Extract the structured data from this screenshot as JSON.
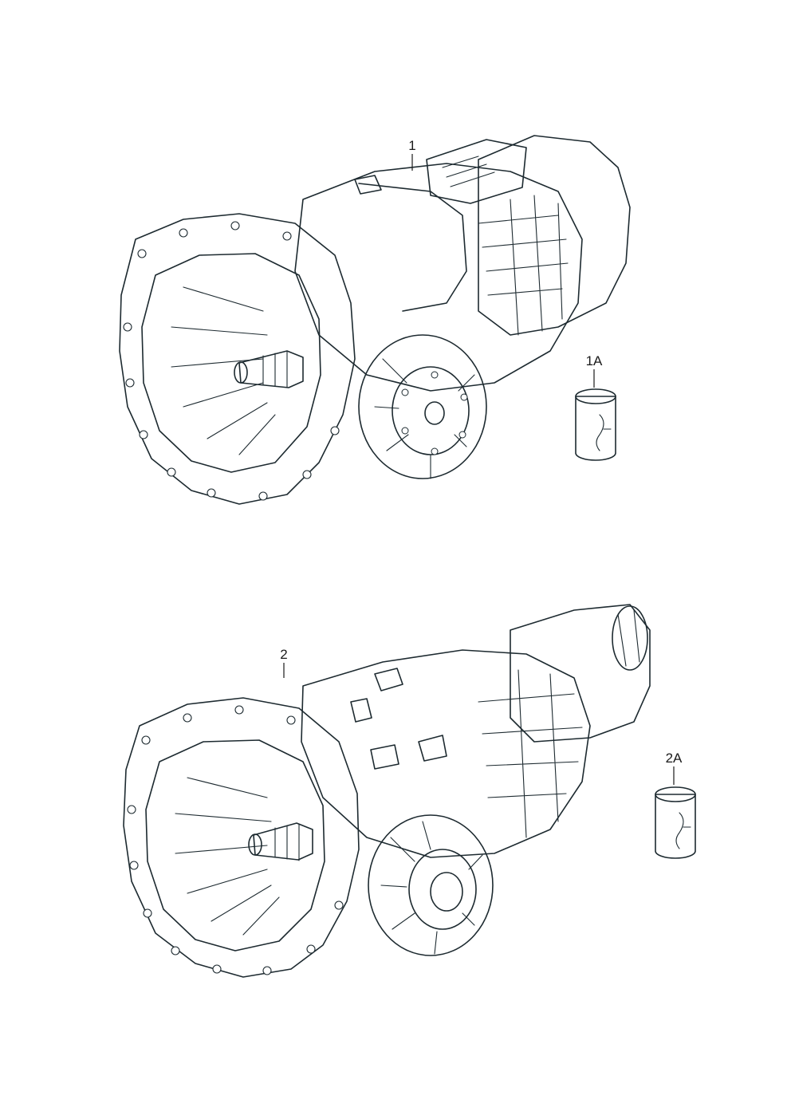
{
  "callouts": {
    "part1": "1",
    "part1a": "1A",
    "part2": "2",
    "part2a": "2A"
  },
  "colors": {
    "metal_light": "#c9dde3",
    "metal_mid": "#9fbec8",
    "metal_dark": "#6f95a3",
    "outline": "#1d2a30"
  }
}
